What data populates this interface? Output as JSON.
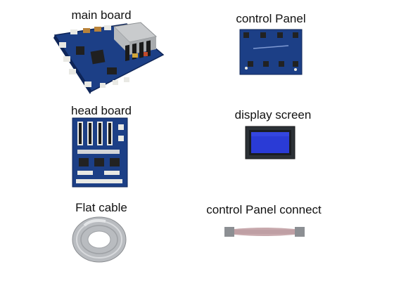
{
  "products": [
    {
      "name": "main board"
    },
    {
      "name": "control Panel"
    },
    {
      "name": "head board"
    },
    {
      "name": "display screen"
    },
    {
      "name": "Flat cable"
    },
    {
      "name": "control Panel connect"
    }
  ],
  "colors": {
    "pcb": "#1c3f86",
    "pcb_dark": "#12306b",
    "connector_white": "#e9e9e4",
    "lcd_blue": "#2a3bd6",
    "cable_grey": "#b9bcc0"
  }
}
